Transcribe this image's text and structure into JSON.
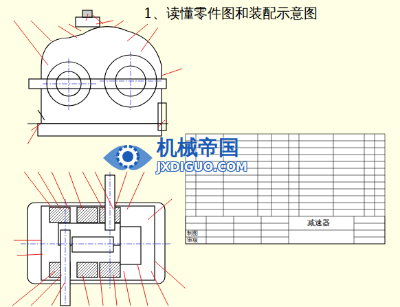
{
  "diagram": {
    "title": "1、读懂零件图和装配示意图",
    "labels": [
      "机械帝国",
      "JXDIGUO.COM",
      "减速器",
      "制图",
      "审核"
    ]
  }
}
